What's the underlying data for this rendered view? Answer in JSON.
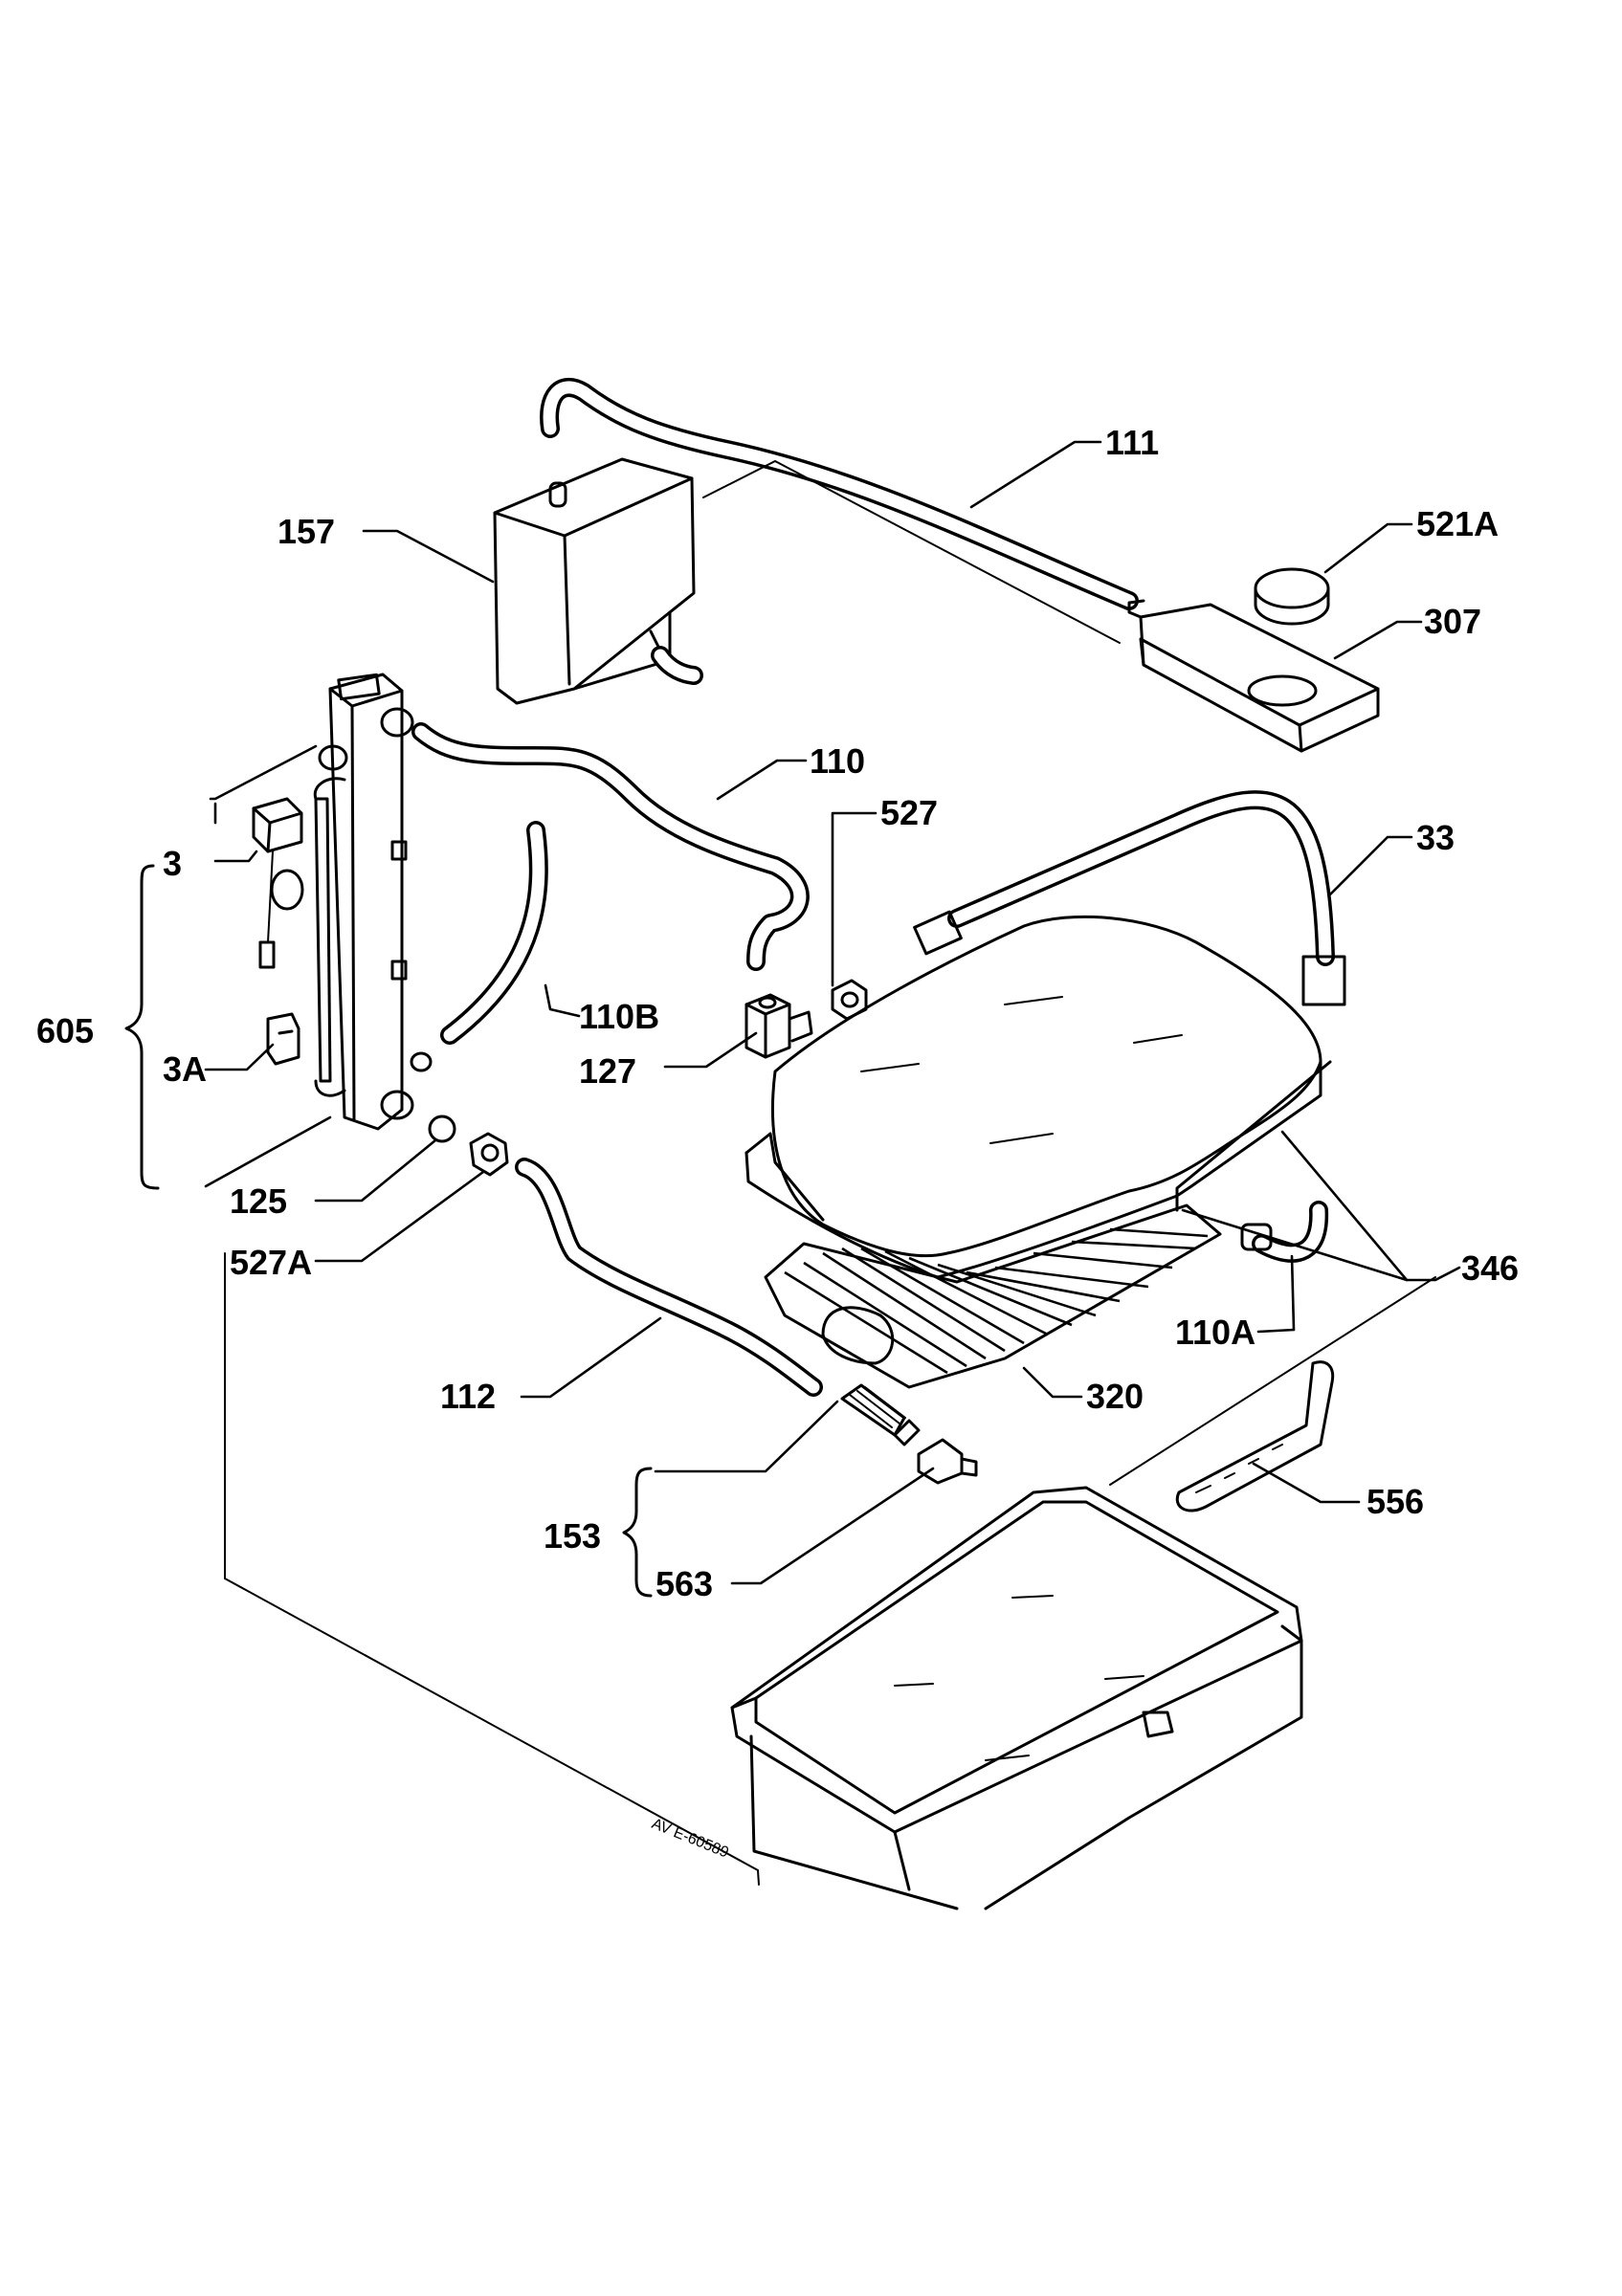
{
  "labels": {
    "l111": "111",
    "l157": "157",
    "l521A": "521A",
    "l307": "307",
    "l110": "110",
    "l527": "527",
    "l33": "33",
    "l3": "3",
    "l605": "605",
    "l110B": "110B",
    "l127": "127",
    "l3A": "3A",
    "l125": "125",
    "l527A": "527A",
    "l346": "346",
    "l110A": "110A",
    "l112": "112",
    "l320": "320",
    "l153": "153",
    "l563": "563",
    "l556": "556"
  },
  "drawing_code": "AV E-60589"
}
